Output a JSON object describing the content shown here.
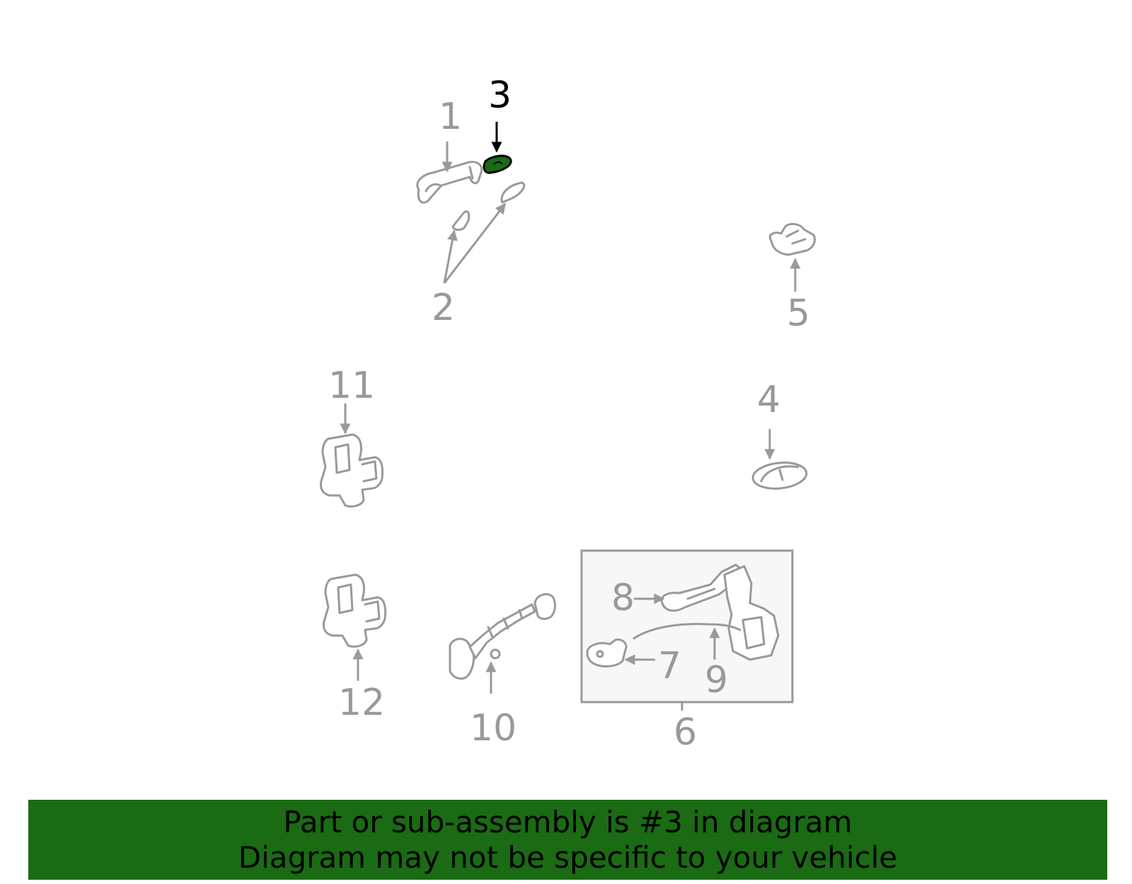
{
  "highlight_color": "#1a6b14",
  "line_color": "#999999",
  "callouts": [
    {
      "id": "1",
      "label": "1",
      "highlighted": false
    },
    {
      "id": "2",
      "label": "2",
      "highlighted": false
    },
    {
      "id": "3",
      "label": "3",
      "highlighted": true
    },
    {
      "id": "4",
      "label": "4",
      "highlighted": false
    },
    {
      "id": "5",
      "label": "5",
      "highlighted": false
    },
    {
      "id": "6",
      "label": "6",
      "highlighted": false
    },
    {
      "id": "7",
      "label": "7",
      "highlighted": false
    },
    {
      "id": "8",
      "label": "8",
      "highlighted": false
    },
    {
      "id": "9",
      "label": "9",
      "highlighted": false
    },
    {
      "id": "10",
      "label": "10",
      "highlighted": false
    },
    {
      "id": "11",
      "label": "11",
      "highlighted": false
    },
    {
      "id": "12",
      "label": "12",
      "highlighted": false
    }
  ],
  "banner": {
    "line1": "Part or sub-assembly is #3 in diagram",
    "line2": "Diagram may not be specific to your vehicle",
    "background": "#1a6b14"
  }
}
